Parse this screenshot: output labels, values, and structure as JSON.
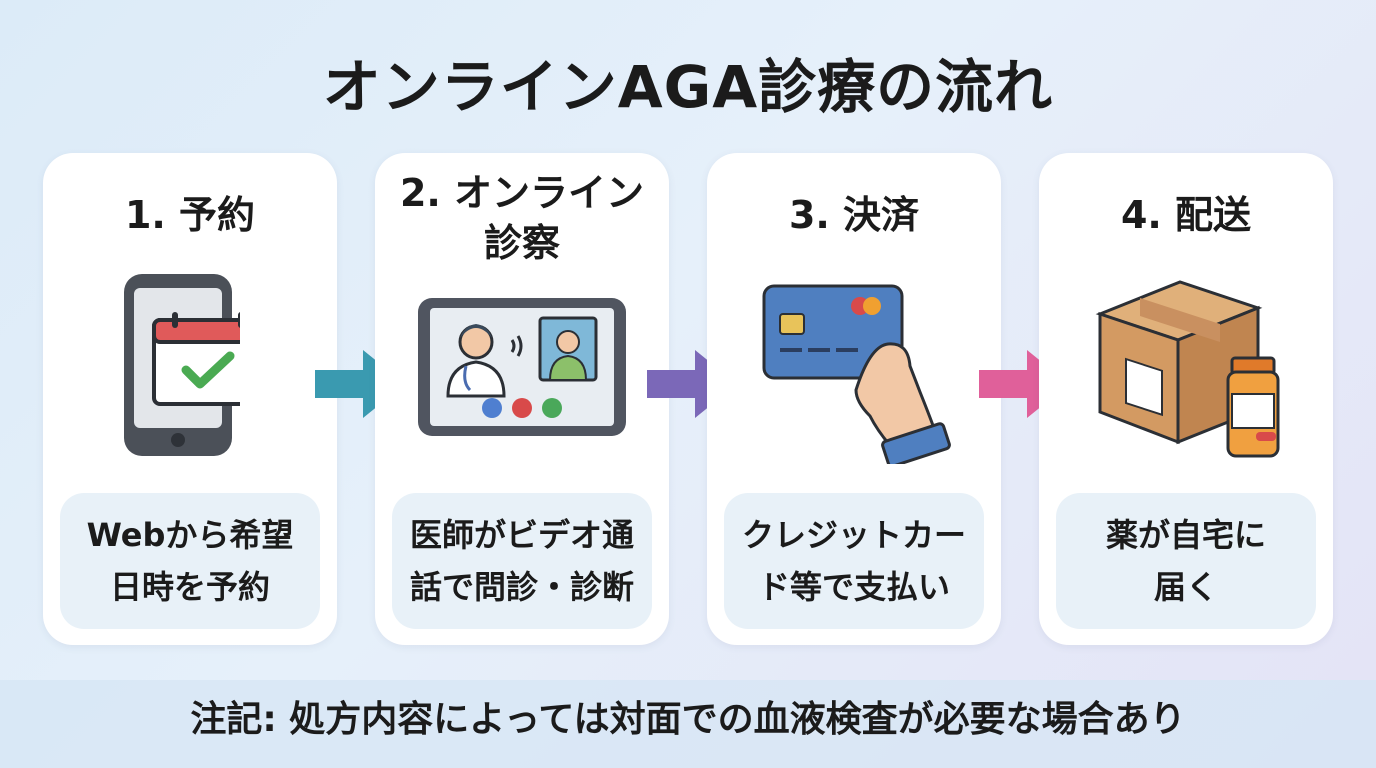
{
  "title": "オンラインAGA診療の流れ",
  "steps": [
    {
      "title_lines": [
        "1. 予約"
      ],
      "desc_lines": [
        "Webから希望",
        "日時を予約"
      ],
      "icon": "smartphone-calendar-check-icon"
    },
    {
      "title_lines": [
        "2. オンライン",
        "診察"
      ],
      "desc_lines": [
        "医師がビデオ通",
        "話で問診・診断"
      ],
      "icon": "tablet-video-call-icon"
    },
    {
      "title_lines": [
        "3. 決済"
      ],
      "desc_lines": [
        "クレジットカー",
        "ド等で支払い"
      ],
      "icon": "hand-credit-card-icon"
    },
    {
      "title_lines": [
        "4. 配送"
      ],
      "desc_lines": [
        "薬が自宅に",
        "届く"
      ],
      "icon": "package-medicine-bottle-icon"
    }
  ],
  "arrow_colors": [
    "#3a9ab0",
    "#7b68b8",
    "#e0609a"
  ],
  "note": "注記: 処方内容によっては対面での血液検査が必要な場合あり"
}
